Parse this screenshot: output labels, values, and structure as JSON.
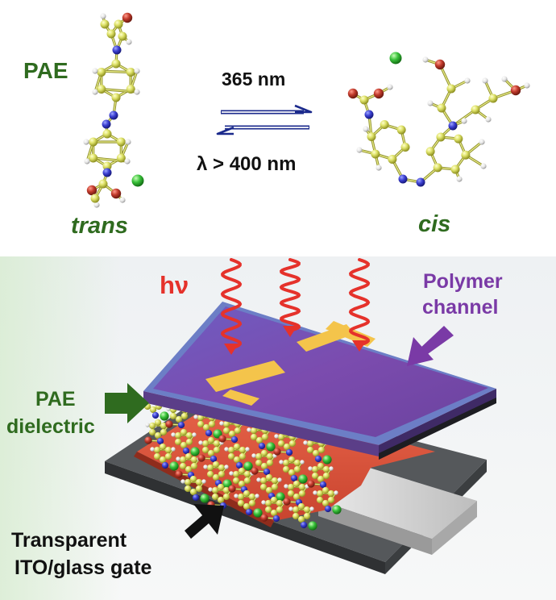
{
  "top_panel": {
    "pae_label": "PAE",
    "trans_label": "trans",
    "cis_label": "cis",
    "forward_condition": "365 nm",
    "reverse_condition": "λ > 400 nm"
  },
  "device": {
    "light_label": "hν",
    "polymer_label_line1": "Polymer",
    "polymer_label_line2": "channel",
    "dielectric_label_line1": "PAE",
    "dielectric_label_line2": "dielectric",
    "gate_label_line1": "Transparent",
    "gate_label_line2": "ITO/glass gate"
  },
  "colors": {
    "label_green": "#2f6b1f",
    "label_purple": "#7a3aa6",
    "light_red": "#e5322b",
    "arrow_blue": "#1b2a8c",
    "carbon_yellow": "#d9df5a",
    "nitrogen_blue": "#3b3fd1",
    "oxygen_red": "#c0392b",
    "chloride_green": "#39c13a",
    "polymer_purple": "#7b45a8",
    "dielectric_orange": "#e0583f",
    "electrode_gold": "#f3c64a",
    "substrate_gray": "#55585b"
  }
}
